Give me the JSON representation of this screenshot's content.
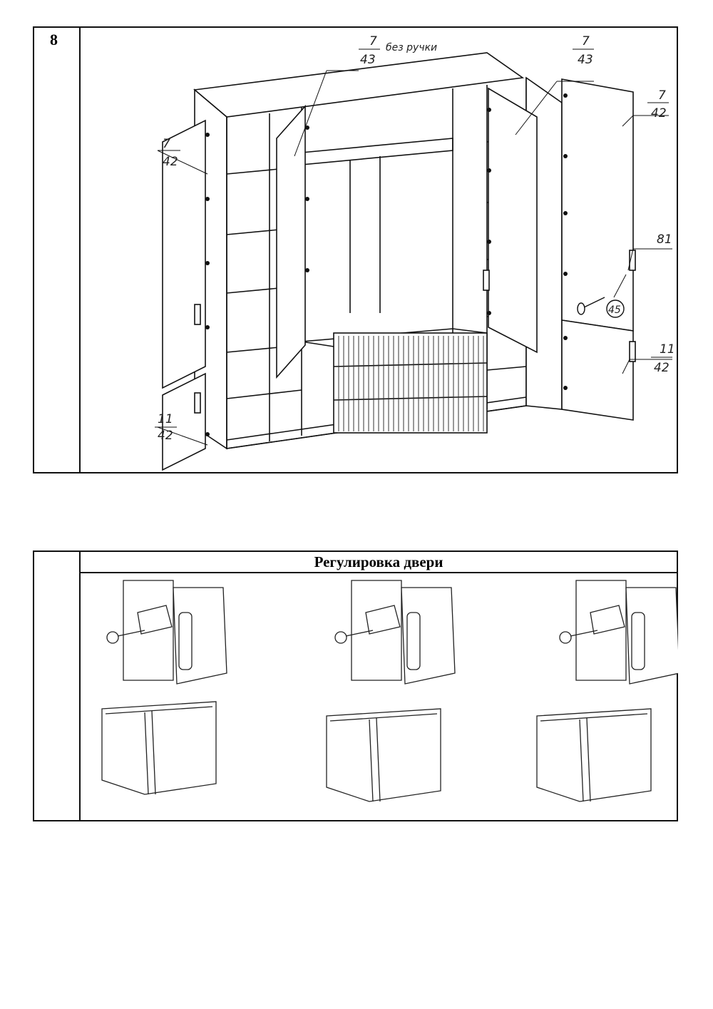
{
  "step": {
    "number": "8"
  },
  "assembly": {
    "callouts": {
      "door_top_left": {
        "top": "7",
        "bottom": "42"
      },
      "door_bottom_left": {
        "top": "11",
        "bottom": "42"
      },
      "door_center_left": {
        "top": "7",
        "bottom": "43",
        "note": "без ручки"
      },
      "door_center_right": {
        "top": "7",
        "bottom": "43"
      },
      "door_top_right": {
        "top": "7",
        "bottom": "42"
      },
      "door_bottom_right": {
        "top": "11",
        "bottom": "42"
      },
      "handle_part": "81",
      "screw_part": "45"
    }
  },
  "adjustment": {
    "title": "Регулировка двери"
  }
}
